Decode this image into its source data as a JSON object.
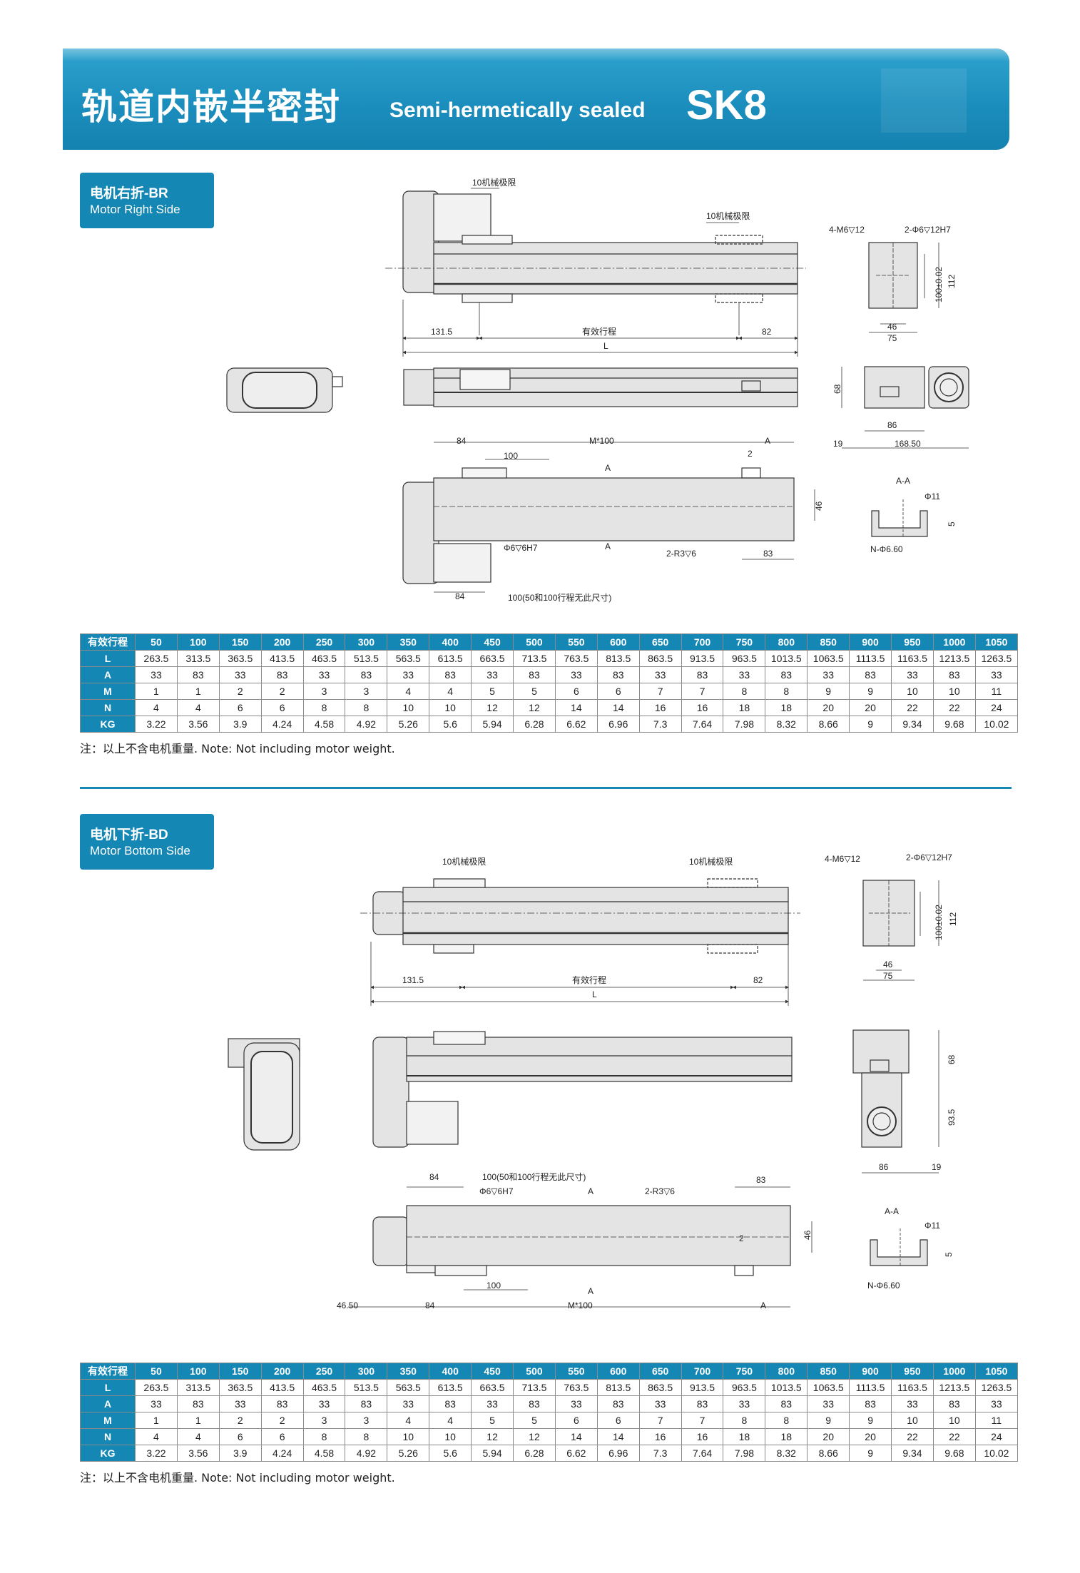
{
  "header": {
    "title_cn": "轨道内嵌半密封",
    "title_en": "Semi-hermetically sealed",
    "model": "SK8"
  },
  "sections": [
    {
      "tag_cn": "电机右折-BR",
      "tag_en": "Motor Right Side",
      "labels": {
        "limit_left": "10机械极限",
        "limit_right": "10机械极限",
        "dim_131_5": "131.5",
        "stroke": "有效行程",
        "dim_82": "82",
        "L": "L",
        "m6": "4-M6▽12",
        "pin": "2-Φ6▽12H7",
        "h100": "100±0.02",
        "h112": "112",
        "w46": "46",
        "w75": "75",
        "d68": "68",
        "d86": "86",
        "d19": "19",
        "d168_50": "168.50",
        "d84_top": "84",
        "m100": "M*100",
        "a_dim": "A",
        "d100": "100",
        "d46": "46",
        "sec_a_top": "A",
        "sec_a_bot": "A",
        "hole6": "Φ6▽6H7",
        "r3": "2-R3▽6",
        "d83": "83",
        "d84_bot": "84",
        "stroke_note": "100(50和100行程无此尺寸)",
        "aa": "A-A",
        "d11": "Φ11",
        "d5": "5",
        "n660": "N-Φ6.60",
        "two": "2"
      }
    },
    {
      "tag_cn": "电机下折-BD",
      "tag_en": "Motor Bottom Side",
      "labels": {
        "limit_left": "10机械极限",
        "limit_right": "10机械极限",
        "dim_131_5": "131.5",
        "stroke": "有效行程",
        "dim_82": "82",
        "L": "L",
        "m6": "4-M6▽12",
        "pin": "2-Φ6▽12H7",
        "h100": "100±0.02",
        "h112": "112",
        "w46": "46",
        "w75": "75",
        "d68": "68",
        "d93_5": "93.5",
        "d86": "86",
        "d19": "19",
        "d84_top": "84",
        "stroke_note": "100(50和100行程无此尺寸)",
        "hole6": "Φ6▽6H7",
        "r3": "2-R3▽6",
        "d83": "83",
        "d46": "46",
        "sec_a_top": "A",
        "sec_a_bot": "A",
        "d100": "100",
        "d46_50": "46.50",
        "d84_bot": "84",
        "m100": "M*100",
        "a_dim": "A",
        "aa": "A-A",
        "d11": "Φ11",
        "d5": "5",
        "n660": "N-Φ6.60",
        "two": "2"
      }
    }
  ],
  "spec_table": {
    "header": [
      "有效行程",
      "50",
      "100",
      "150",
      "200",
      "250",
      "300",
      "350",
      "400",
      "450",
      "500",
      "550",
      "600",
      "650",
      "700",
      "750",
      "800",
      "850",
      "900",
      "950",
      "1000",
      "1050"
    ],
    "rows": [
      [
        "L",
        "263.5",
        "313.5",
        "363.5",
        "413.5",
        "463.5",
        "513.5",
        "563.5",
        "613.5",
        "663.5",
        "713.5",
        "763.5",
        "813.5",
        "863.5",
        "913.5",
        "963.5",
        "1013.5",
        "1063.5",
        "1113.5",
        "1163.5",
        "1213.5",
        "1263.5"
      ],
      [
        "A",
        "33",
        "83",
        "33",
        "83",
        "33",
        "83",
        "33",
        "83",
        "33",
        "83",
        "33",
        "83",
        "33",
        "83",
        "33",
        "83",
        "33",
        "83",
        "33",
        "83",
        "33"
      ],
      [
        "M",
        "1",
        "1",
        "2",
        "2",
        "3",
        "3",
        "4",
        "4",
        "5",
        "5",
        "6",
        "6",
        "7",
        "7",
        "8",
        "8",
        "9",
        "9",
        "10",
        "10",
        "11"
      ],
      [
        "N",
        "4",
        "4",
        "6",
        "6",
        "8",
        "8",
        "10",
        "10",
        "12",
        "12",
        "14",
        "14",
        "16",
        "16",
        "18",
        "18",
        "20",
        "20",
        "22",
        "22",
        "24"
      ],
      [
        "KG",
        "3.22",
        "3.56",
        "3.9",
        "4.24",
        "4.58",
        "4.92",
        "5.26",
        "5.6",
        "5.94",
        "6.28",
        "6.62",
        "6.96",
        "7.3",
        "7.64",
        "7.98",
        "8.32",
        "8.66",
        "9",
        "9.34",
        "9.68",
        "10.02"
      ]
    ]
  },
  "note": "注：以上不含电机重量. Note: Not including motor weight.",
  "colors": {
    "brand_blue": "#1587b5",
    "banner_light": "#2fa3cf",
    "drawing_fill": "#e4e4e4",
    "drawing_stroke": "#333333"
  }
}
